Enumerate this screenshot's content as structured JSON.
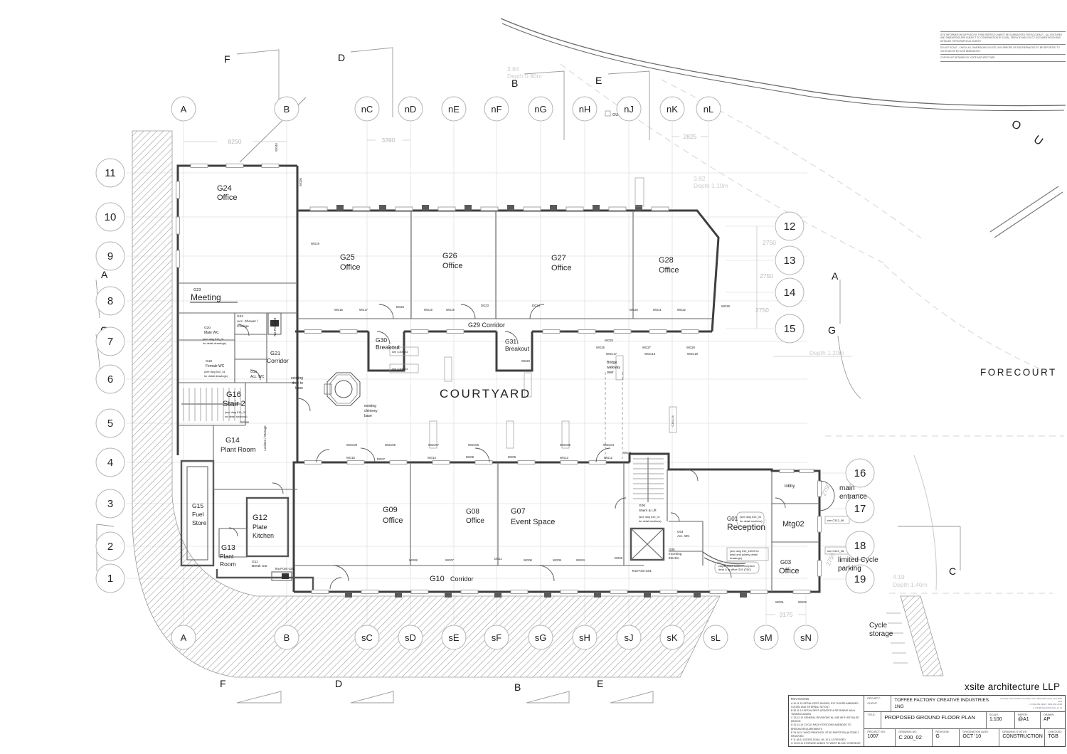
{
  "firm": {
    "name": "xsite architecture LLP",
    "address_l1": "Foundry Lane Studios, Foundry Lane, Newcastle upon Tyne NE6 1LH",
    "address_l2": "t: 0191 261 2222   f: 0191 261 2196",
    "address_l3": "e: info@xsitearchitecture.co.uk"
  },
  "disclaimer": {
    "p1": "SITE INFORMATION SUPPLIED BY THIRD PARTIES CANNOT BE GUARANTEED FOR ACCURACY - ALL FEATURES AND DIMENSIONS ARE SUBJECT TO CONFIRMATION BY LEGAL, SERVICE AND UTILITY DOCUMENTATION AND DETAILED TOPOGRAPHICAL SURVEY",
    "p2": "DO NOT SCALE - CHECK ALL DIMENSIONS ON SITE. ANY ERRORS OR DISCREPANCIES TO BE REPORTED TO XSITE ARCHITECTURE IMMEDIATELY",
    "p3": "COPYRIGHT RETAINED BY XSITE ARCHITECTURE"
  },
  "title_block": {
    "revisions_header": "REVISIONS",
    "revisions": [
      {
        "line": "A  19.11.10  DETAIL REFS SHOWN, EXT DOORS AMENDED COORD AND INTERNAL SETOUT"
      },
      {
        "line": "B  30.11.10  DETAIL REFS UPDATED & RETAINING WALL TANKING ADDED"
      },
      {
        "line": "C  23.12.10  GENERAL REVISIONS IN LINE WITH DETAILED DESIGN"
      },
      {
        "line": "D  31.01.10  CYCLE RACK POSITIONS AMENDED TO BREEAM REQUIREMENTS"
      },
      {
        "line": "E  29.06.11  WG02 REMOVED, STUD PARTITION @ STAIR 2 REMOVED"
      },
      {
        "line": "F  11.08.11  DOORS DG5A, 09, 10 & 12 REVISED"
      },
      {
        "line": "G  13.09.11  STORAGE ADDED TO WEST BLOCK CORRIDOR"
      }
    ],
    "project_label": "PROJECT:",
    "project": "TOFFEE FACTORY CREATIVE INDUSTRIES",
    "client_label": "CLIENT:",
    "client": "1NG",
    "title_label": "TITLE:",
    "title": "PROPOSED GROUND FLOOR PLAN",
    "scale_label": "SCALE:",
    "scale": "1:100",
    "paper_label": "PAPER:",
    "paper": "@A1",
    "drawn_label": "DRAWN:",
    "drawn": "AP",
    "project_no_label": "PROJECT NO.",
    "project_no": "1007",
    "drawing_no_label": "DRAWING NO.",
    "drawing_no": "C 200_02",
    "revision_label": "REVISION:",
    "revision": "G",
    "origination_label": "ORIGINATION DATE:",
    "origination": "OCT '10",
    "status_label": "DRAWING STATUS:",
    "status": "CONSTRUCTION",
    "checked_label": "CHECKED:",
    "checked": "TGB"
  },
  "grid": {
    "top": [
      "A",
      "B",
      "nC",
      "nD",
      "nE",
      "nF",
      "nG",
      "nH",
      "nJ",
      "nK",
      "nL"
    ],
    "bottom": [
      "A",
      "B",
      "sC",
      "sD",
      "sE",
      "sF",
      "sG",
      "sH",
      "sJ",
      "sK",
      "sL",
      "sM",
      "sN"
    ],
    "left": [
      "11",
      "10",
      "9",
      "8",
      "7",
      "6",
      "5",
      "4",
      "3",
      "2",
      "1"
    ],
    "right_mid": [
      "12",
      "13",
      "14",
      "15"
    ],
    "right_low": [
      "16",
      "17",
      "18",
      "19"
    ]
  },
  "sections": {
    "f": "F",
    "d": "D",
    "b": "B",
    "e": "E",
    "a": "A",
    "g": "G",
    "c": "C"
  },
  "rooms": {
    "g24": {
      "id": "G24",
      "name": "Office"
    },
    "g25": {
      "id": "G25",
      "name": "Office"
    },
    "g26": {
      "id": "G26",
      "name": "Office"
    },
    "g27": {
      "id": "G27",
      "name": "Office"
    },
    "g28": {
      "id": "G28",
      "name": "Office"
    },
    "g29": {
      "label": "G29 Corridor"
    },
    "g30": {
      "id": "G30",
      "name": "Breakout"
    },
    "g31": {
      "id": "G31",
      "name": "Breakout"
    },
    "g23": {
      "id": "G23",
      "name": "Meeting"
    },
    "g22": {
      "id": "G22",
      "l1": "Acc. Shower /",
      "l2": "Change"
    },
    "g20": {
      "id": "G20",
      "name": "Male WC"
    },
    "g19": {
      "id": "G19",
      "name": "Female WC"
    },
    "g18": {
      "id": "G18",
      "name": "Acc. WC"
    },
    "g21": {
      "id": "G21",
      "name": "Corridor"
    },
    "g16": {
      "id": "G16",
      "name": "Stair 2"
    },
    "g14": {
      "id": "G14",
      "name": "Plant Room"
    },
    "g15": {
      "id": "G15",
      "l1": "Fuel",
      "l2": "Store"
    },
    "g12": {
      "id": "G12",
      "l1": "Plate",
      "l2": "Kitchen"
    },
    "g13": {
      "id": "G13",
      "l1": "Plant",
      "l2": "Room"
    },
    "g11": {
      "id": "G11",
      "name": "Break Out"
    },
    "g10": {
      "id": "G10",
      "name": "Corridor"
    },
    "g09": {
      "id": "G09",
      "name": "Office"
    },
    "g08": {
      "id": "G08",
      "name": "Office"
    },
    "g07": {
      "id": "G07",
      "name": "Event Space"
    },
    "g06": {
      "id": "G06",
      "name": "Stairs & Lift"
    },
    "g05": {
      "id": "G05",
      "l1": "Incoming",
      "l2": "Electric"
    },
    "g04": {
      "id": "G04",
      "name": "Acc. WC"
    },
    "g03": {
      "id": "G03",
      "name": "Office"
    },
    "g01": {
      "id": "G01",
      "name": "Reception"
    },
    "lobby": {
      "name": "lobby"
    },
    "mtg02": {
      "name": "Mtg02"
    }
  },
  "site": {
    "courtyard": "COURTYARD",
    "forecourt": "FORECOURT",
    "river_o": "O",
    "river_u": "U",
    "gu": "GU",
    "main_entrance_l1": "main",
    "main_entrance_l2": "entrance",
    "cycle_l1": "limited Cycle",
    "cycle_l2": "parking",
    "storage_l1": "Cycle",
    "storage_l2": "storage",
    "bridge_l1": "Bridge",
    "bridge_l2": "walkway",
    "bridge_l3": "over",
    "chimney_l1": "existing",
    "chimney_l2": "chimney",
    "chimney_l3": "base",
    "doorbase_l1": "existing",
    "doorbase_l2": "door to",
    "doorbase_l3": "base",
    "refuse": "Refuse",
    "lockers": "Lockers / Storage",
    "tea_g03": "Tea Point G03",
    "tea_g02": "Tea Point G02",
    "tea_g01": "Tea Point G01"
  },
  "notes": {
    "wc1_l1": "(see dwg 510_01",
    "wc1_l2": "for detail drawings)",
    "wc2_l1": "(see dwg 510_01",
    "wc2_l2": "for detail drawings)",
    "stair2_l1": "(see dwg 510_02",
    "stair2_l2": "for detail sections)",
    "g06_l1": "(see dwg 510_01",
    "g06_l2": "for detail sections)",
    "rec_l1": "(see dwg 510_05",
    "rec_l2": "for detail sections)",
    "desk_l1": "(see dwg 510_18/19 for",
    "desk_l2": "desk and joinery detail",
    "desk_l3": "drawings)",
    "carpet_l1": "carpet finish behind reception",
    "carpet_l2": "desk & in office G03 (TBC)"
  },
  "boxes": {
    "b1": "see C300-04",
    "b2": "see C300-04",
    "b3": "C310-14",
    "b4": "see C312_08",
    "b5": "see C312_08"
  },
  "dims": {
    "ab": "8250",
    "ncd": "3390",
    "nkl": "2825",
    "r1": "2750",
    "r2": "2750",
    "r3": "2750",
    "e1": "2750",
    "e2": "2750",
    "smn": "3175",
    "dep1a": "3.84",
    "dep1b": "Depth 0.90m",
    "dep2a": "3.82",
    "dep2b": "Depth 1.10m",
    "dep3": "Depth 1.20m",
    "dep4a": "4.19",
    "dep4b": "Depth 1.40m"
  },
  "tags": [
    "WG40",
    "WG36",
    "WG19",
    "WG16",
    "WG17",
    "DG25",
    "WG18",
    "WG19",
    "DG23",
    "DG24",
    "WG20",
    "WG21",
    "WG22",
    "WG23",
    "WG25",
    "WG26",
    "WGC17",
    "WG27",
    "WGC18",
    "WG28",
    "WGC19",
    "WG29",
    "WGC09",
    "WGC08",
    "WGC07",
    "WGC06",
    "WGC05",
    "WGC04",
    "WG15",
    "DG07",
    "WG14",
    "DG08",
    "DG09",
    "WG13",
    "WG12",
    "WG11",
    "WG08",
    "WG07",
    "DG11",
    "WG06",
    "WG05",
    "WG04",
    "DG06",
    "WG01",
    "WG02"
  ]
}
